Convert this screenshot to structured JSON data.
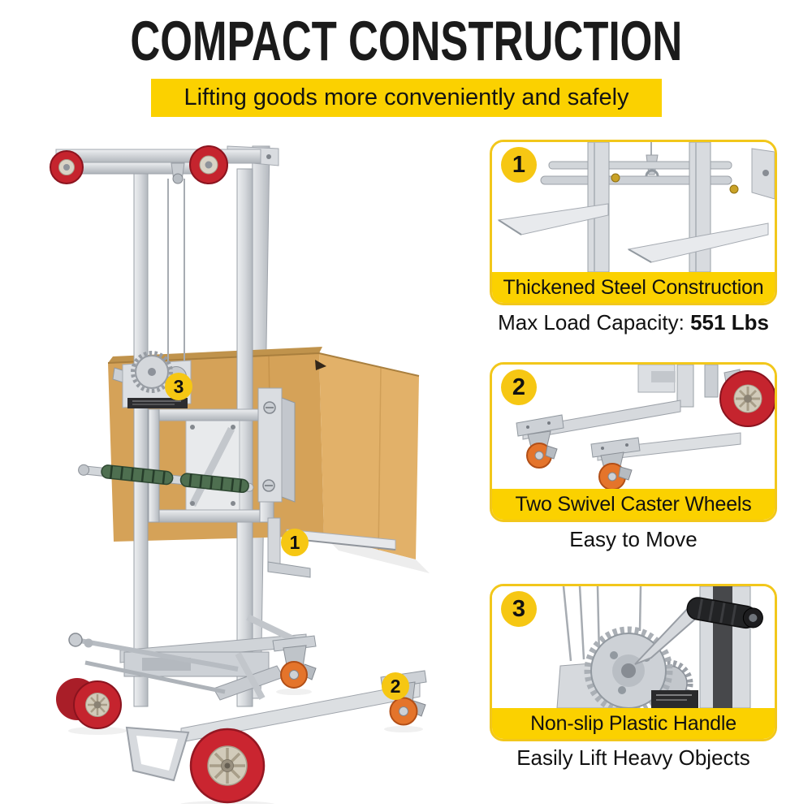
{
  "header": {
    "title": "COMPACT CONSTRUCTION",
    "subtitle": "Lifting goods more conveniently and safely"
  },
  "main_product": {
    "callouts": [
      {
        "number": "1"
      },
      {
        "number": "2"
      },
      {
        "number": "3"
      }
    ]
  },
  "features": [
    {
      "number": "1",
      "image": "thickened-steel-forks-closeup",
      "label": "Thickened Steel Construction",
      "subtitle": "Max Load Capacity: ",
      "subtitle_bold": "551 Lbs"
    },
    {
      "number": "2",
      "image": "swivel-caster-wheels-closeup",
      "label": "Two Swivel Caster Wheels",
      "subtitle": "Easy to Move",
      "subtitle_bold": ""
    },
    {
      "number": "3",
      "image": "winch-plastic-handle-closeup",
      "label": "Non-slip Plastic Handle",
      "subtitle": "Easily Lift Heavy Objects",
      "subtitle_bold": ""
    }
  ],
  "colors": {
    "accent_yellow": "#FBD100",
    "badge_yellow": "#F6C713",
    "text_black": "#161616",
    "wheel_red": "#C5242E",
    "caster_orange": "#E4742B",
    "box_tan": "#D5A258",
    "steel_gray": "#D3D6DB"
  }
}
